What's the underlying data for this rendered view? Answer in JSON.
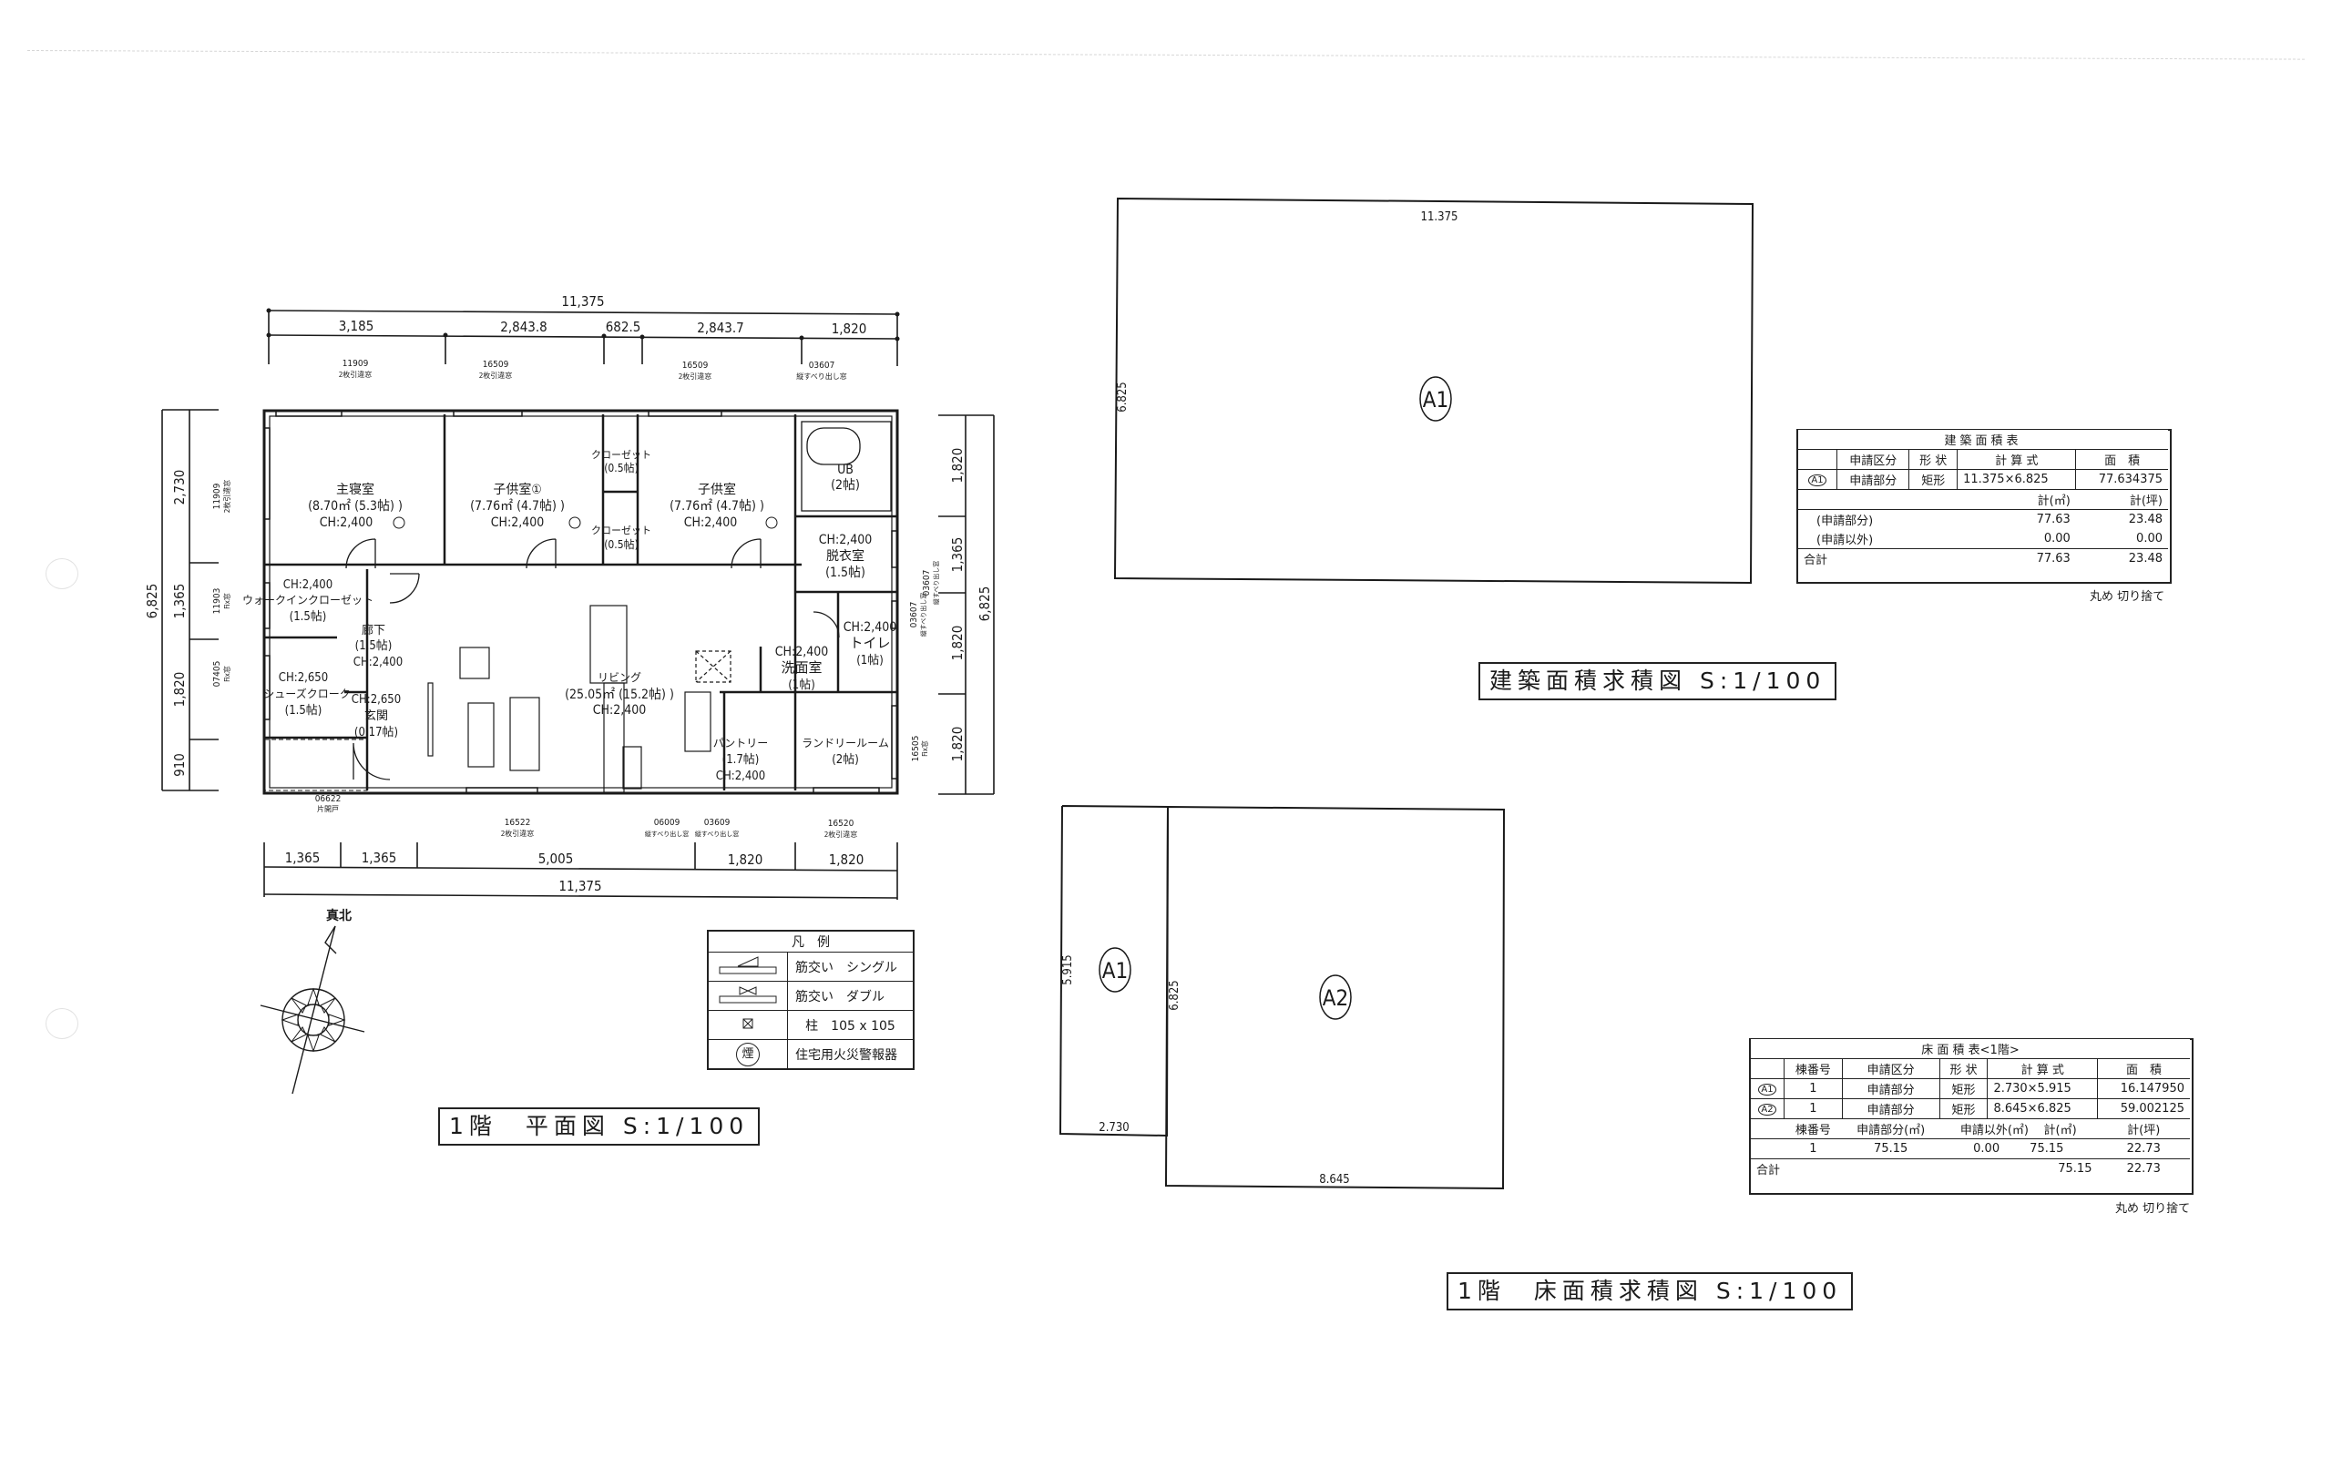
{
  "sheet": {
    "punch_holes": 2
  },
  "floor_plan": {
    "title": "1階　平面図 S:1/100",
    "dims_top": {
      "overall": "11,375",
      "segments": [
        "3,185",
        "2,843.8",
        "682.5",
        "2,843.7",
        "1,820"
      ]
    },
    "dims_bottom": {
      "overall": "11,375",
      "segments": [
        "1,365",
        "1,365",
        "5,005",
        "1,820",
        "1,820"
      ]
    },
    "dims_left": {
      "overall": "6,825",
      "segments": [
        "2,730",
        "1,365",
        "1,820",
        "910"
      ]
    },
    "dims_right": {
      "overall": "6,825",
      "segments": [
        "1,820",
        "1,365",
        "1,820",
        "1,820"
      ]
    },
    "windows_top": [
      {
        "code": "11909",
        "type": "2枚引違窓"
      },
      {
        "code": "16509",
        "type": "2枚引違窓"
      },
      {
        "code": "16509",
        "type": "2枚引違窓"
      },
      {
        "code": "03607",
        "type": "縦すべり出し窓"
      }
    ],
    "windows_bottom": [
      {
        "code": "06622",
        "type": "片開戸"
      },
      {
        "code": "16522",
        "type": "2枚引違窓"
      },
      {
        "code": "06009",
        "type": "縦すべり出し窓"
      },
      {
        "code": "03609",
        "type": "縦すべり出し窓"
      },
      {
        "code": "16520",
        "type": "2枚引違窓"
      }
    ],
    "windows_left": [
      {
        "code": "11909",
        "type": "2枚引違窓"
      },
      {
        "code": "11903",
        "type": "Fix窓"
      },
      {
        "code": "07405",
        "type": "Fix窓"
      }
    ],
    "windows_right": [
      {
        "code": "03607",
        "type": "縦すべり出し窓"
      },
      {
        "code": "03607",
        "type": "縦すべり出し窓"
      },
      {
        "code": "16505",
        "type": "Fix窓"
      }
    ],
    "rooms": {
      "master_bedroom": {
        "name": "主寝室",
        "area": "(8.70㎡ (5.3帖) )",
        "ch": "CH:2,400"
      },
      "kids_room_1": {
        "name": "子供室①",
        "area": "(7.76㎡ (4.7帖) )",
        "ch": "CH:2,400"
      },
      "kids_room_2": {
        "name": "子供室",
        "area": "(7.76㎡ (4.7帖) )",
        "ch": "CH:2,400"
      },
      "closet_1": {
        "name": "クローゼット",
        "area": "(0.5帖)"
      },
      "closet_2": {
        "name": "クローゼット",
        "area": "(0.5帖)"
      },
      "unit_bath": {
        "name": "UB",
        "area": "(2帖)"
      },
      "dressing": {
        "name": "脱衣室",
        "area": "(1.5帖)",
        "ch": "CH:2,400"
      },
      "walk_in_closet": {
        "name": "ウォークインクローゼット",
        "area": "(1.5帖)",
        "ch": "CH:2,400"
      },
      "hallway": {
        "name": "廊下",
        "area": "(1.5帖)",
        "ch": "CH:2,400"
      },
      "shoe_closet": {
        "name": "シューズクローク",
        "area": "(1.5帖)",
        "ch": "CH:2,650"
      },
      "entrance": {
        "name": "玄関",
        "area": "(0.17帖)",
        "ch": "CH:2,650"
      },
      "living": {
        "name": "リビング",
        "area": "(25.05㎡ (15.2帖) )",
        "ch": "CH:2,400"
      },
      "washroom": {
        "name": "洗面室",
        "area": "(1帖)",
        "ch": "CH:2,400"
      },
      "toilet": {
        "name": "トイレ",
        "area": "(1帖)",
        "ch": "CH:2,400"
      },
      "pantry": {
        "name": "パントリー",
        "area": "(1.7帖)",
        "ch": "CH:2,400"
      },
      "laundry": {
        "name": "ランドリールーム",
        "area": "(2帖)"
      }
    },
    "smoke_detector_symbol": "煙",
    "north_label": "真北"
  },
  "legend": {
    "title": "凡　例",
    "rows": [
      {
        "symbol": "brace-single",
        "label": "筋交い　シングル"
      },
      {
        "symbol": "brace-double",
        "label": "筋交い　ダブル"
      },
      {
        "symbol": "column",
        "label": "柱　105 x 105"
      },
      {
        "symbol": "smoke-detector",
        "label": "住宅用火災警報器"
      }
    ]
  },
  "building_area_diagram": {
    "title": "建築面積求積図 S:1/100",
    "width_label": "11.375",
    "height_label": "6.825",
    "region_label": "A1"
  },
  "building_area_table": {
    "title": "建築面積表",
    "headers": [
      "",
      "申請区分",
      "形 状",
      "計 算 式",
      "面　積"
    ],
    "rows": [
      {
        "id": "A1",
        "category": "申請部分",
        "shape": "矩形",
        "formula": "11.375×6.825",
        "area": "77.634375"
      }
    ],
    "sum_headers": [
      "計(㎡)",
      "計(坪)"
    ],
    "sum_rows": [
      {
        "label": "(申請部分)",
        "sqm": "77.63",
        "tsubo": "23.48"
      },
      {
        "label": "(申請以外)",
        "sqm": "0.00",
        "tsubo": "0.00"
      }
    ],
    "total": {
      "label": "合計",
      "sqm": "77.63",
      "tsubo": "23.48"
    },
    "rounding_note": "丸め 切り捨て"
  },
  "floor_area_diagram": {
    "title": "1階　床面積求積図 S:1/100",
    "regions": [
      {
        "label": "A1",
        "width_label": "2.730",
        "height_label": "5.915"
      },
      {
        "label": "A2",
        "width_label": "8.645",
        "height_label": "6.825"
      }
    ]
  },
  "floor_area_table": {
    "title": "床 面 積 表<1階>",
    "headers": [
      "",
      "棟番号",
      "申請区分",
      "形 状",
      "計 算 式",
      "面　積"
    ],
    "rows": [
      {
        "id": "A1",
        "building_no": "1",
        "category": "申請部分",
        "shape": "矩形",
        "formula": "2.730×5.915",
        "area": "16.147950"
      },
      {
        "id": "A2",
        "building_no": "1",
        "category": "申請部分",
        "shape": "矩形",
        "formula": "8.645×6.825",
        "area": "59.002125"
      }
    ],
    "sum_headers": [
      "棟番号",
      "申請部分(㎡)",
      "申請以外(㎡)",
      "計(㎡)",
      "計(坪)"
    ],
    "sum_rows": [
      {
        "building_no": "1",
        "applied": "75.15",
        "other": "0.00",
        "sqm": "75.15",
        "tsubo": "22.73"
      }
    ],
    "total": {
      "label": "合計",
      "sqm": "75.15",
      "tsubo": "22.73"
    },
    "rounding_note": "丸め 切り捨て"
  }
}
